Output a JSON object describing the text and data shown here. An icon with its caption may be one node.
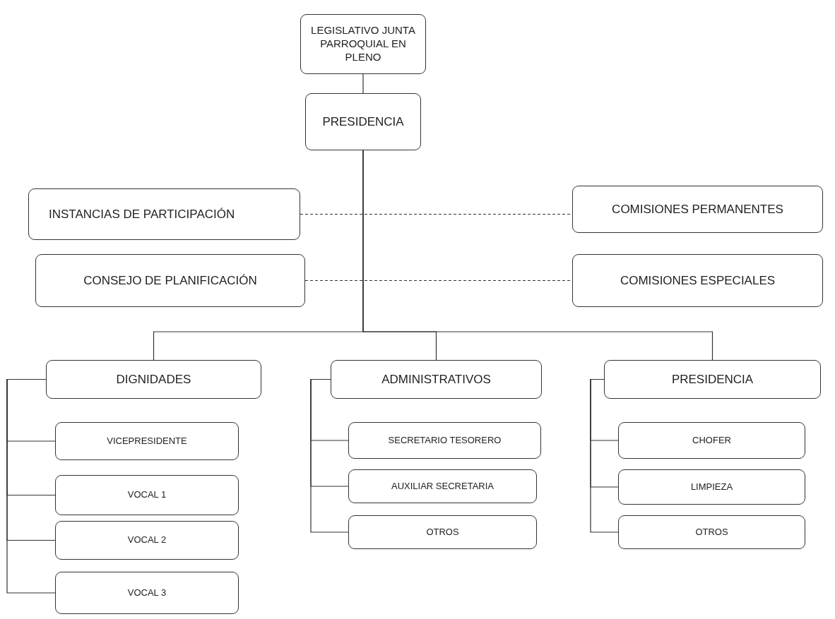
{
  "diagram": {
    "nodes": [
      {
        "text": [
          "LEGISLATIVO JUNTA PARROQUIAL EN PLENO"
        ]
      },
      {
        "text": [
          "PRESIDENCIA"
        ]
      },
      {
        "text": [
          "INSTANCIAS DE PARTICIPACIÓN"
        ]
      },
      {
        "text": [
          "COMISIONES PERMANENTES"
        ]
      },
      {
        "text": [
          "CONSEJO DE PLANIFICACIÓN"
        ]
      },
      {
        "text": [
          "COMISIONES ESPECIALES"
        ]
      },
      {
        "text": [
          "DIGNIDADES"
        ]
      },
      {
        "text": [
          "ADMINISTRATIVOS"
        ]
      },
      {
        "text": [
          "PRESIDENCIA"
        ]
      },
      {
        "text": [
          "VICEPRESIDENTE"
        ]
      },
      {
        "text": [
          "VOCAL 1"
        ]
      },
      {
        "text": [
          "VOCAL 2"
        ]
      },
      {
        "text": [
          "VOCAL 3"
        ]
      },
      {
        "text": [
          "SECRETARIO TESORERO"
        ]
      },
      {
        "text": [
          "AUXILIAR SECRETARIA"
        ]
      },
      {
        "text": [
          "OTROS"
        ]
      },
      {
        "text": [
          "CHOFER"
        ]
      },
      {
        "text": [
          "LIMPIEZA"
        ]
      },
      {
        "text": [
          "OTROS"
        ]
      }
    ],
    "edges": [
      {
        "from": 0,
        "to": 1,
        "arrow": "none"
      },
      {
        "from": 2,
        "to": 3,
        "arrow": "none",
        "style": "dashed"
      },
      {
        "from": 4,
        "to": 5,
        "arrow": "none",
        "style": "dashed"
      },
      {
        "from": 1,
        "to": 6,
        "arrow": "none"
      },
      {
        "from": 1,
        "to": 7,
        "arrow": "none"
      },
      {
        "from": 1,
        "to": 8,
        "arrow": "none"
      },
      {
        "from": 6,
        "to": 9,
        "arrow": "none"
      },
      {
        "from": 6,
        "to": 10,
        "arrow": "none"
      },
      {
        "from": 6,
        "to": 11,
        "arrow": "none"
      },
      {
        "from": 6,
        "to": 12,
        "arrow": "none"
      },
      {
        "from": 7,
        "to": 13,
        "arrow": "none"
      },
      {
        "from": 7,
        "to": 14,
        "arrow": "none"
      },
      {
        "from": 7,
        "to": 15,
        "arrow": "none"
      },
      {
        "from": 8,
        "to": 16,
        "arrow": "none"
      },
      {
        "from": 8,
        "to": 17,
        "arrow": "none"
      },
      {
        "from": 8,
        "to": 18,
        "arrow": "none"
      }
    ]
  }
}
